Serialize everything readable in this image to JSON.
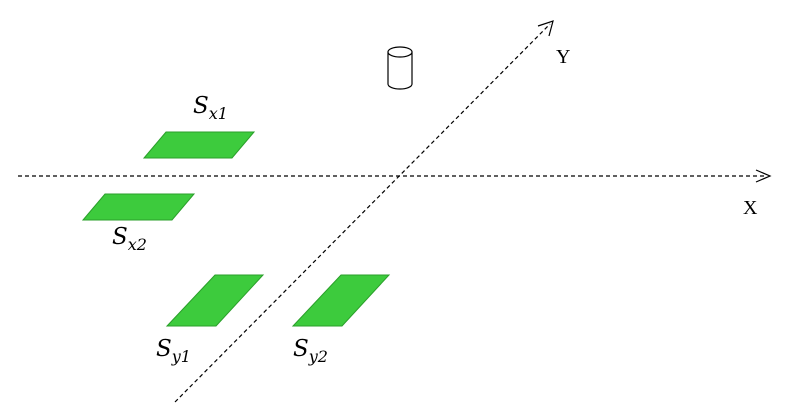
{
  "axes": {
    "x_label": "X",
    "y_label": "Y"
  },
  "sensors": [
    {
      "main": "S",
      "sub": "x1"
    },
    {
      "main": "S",
      "sub": "x2"
    },
    {
      "main": "S",
      "sub": "y1"
    },
    {
      "main": "S",
      "sub": "y2"
    }
  ],
  "object_icon": "cylinder-icon",
  "colors": {
    "sensor_fill": "#3dcb3d",
    "sensor_stroke": "#2a9f2a",
    "line": "#000000",
    "background": "#ffffff"
  }
}
